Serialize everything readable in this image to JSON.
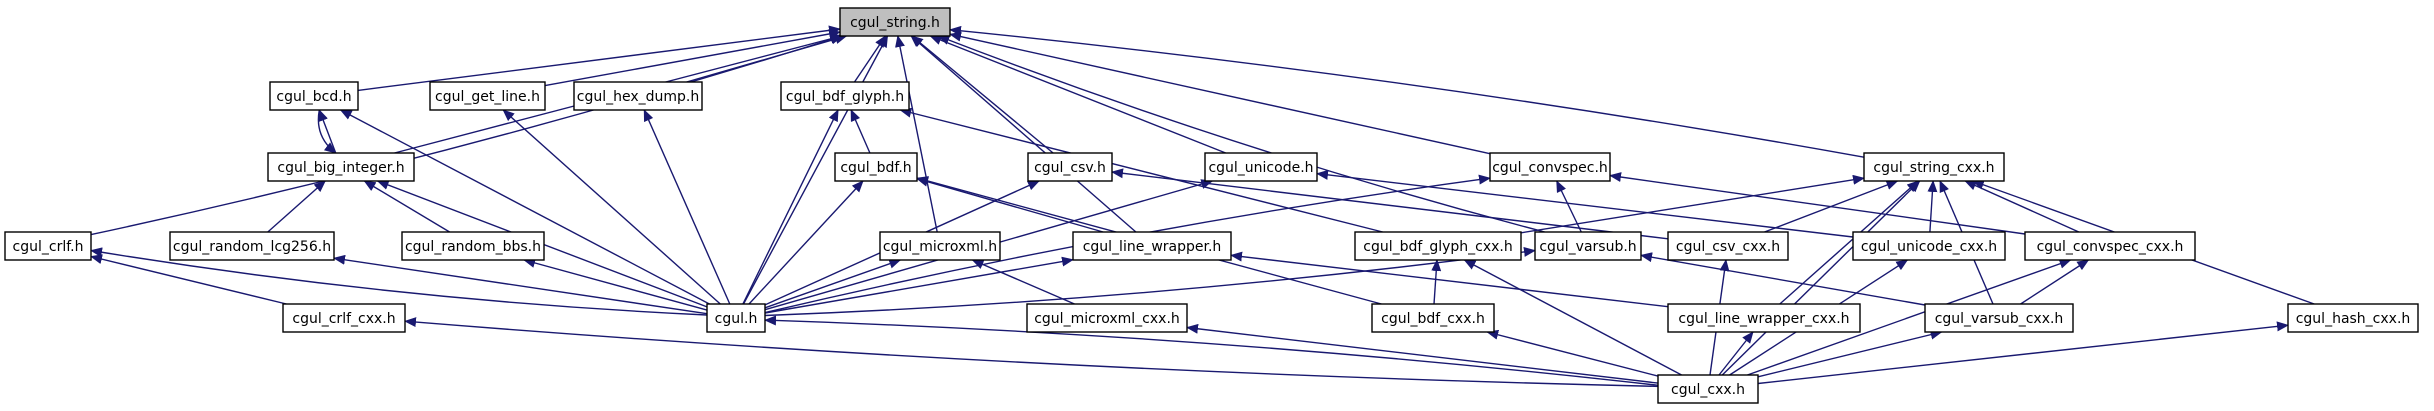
{
  "graph": {
    "type": "include-dependency-graph",
    "root": "cgul_string.h",
    "edge_color": "#191970",
    "node_fill": "#ffffff",
    "root_fill": "#bfbfbf",
    "nodes": [
      {
        "id": "cgul_string_h",
        "label": "cgul_string.h"
      },
      {
        "id": "cgul_bcd_h",
        "label": "cgul_bcd.h"
      },
      {
        "id": "cgul_get_line_h",
        "label": "cgul_get_line.h"
      },
      {
        "id": "cgul_hex_dump_h",
        "label": "cgul_hex_dump.h"
      },
      {
        "id": "cgul_bdf_glyph_h",
        "label": "cgul_bdf_glyph.h"
      },
      {
        "id": "cgul_big_integer_h",
        "label": "cgul_big_integer.h"
      },
      {
        "id": "cgul_bdf_h",
        "label": "cgul_bdf.h"
      },
      {
        "id": "cgul_csv_h",
        "label": "cgul_csv.h"
      },
      {
        "id": "cgul_unicode_h",
        "label": "cgul_unicode.h"
      },
      {
        "id": "cgul_convspec_h",
        "label": "cgul_convspec.h"
      },
      {
        "id": "cgul_string_cxx_h",
        "label": "cgul_string_cxx.h"
      },
      {
        "id": "cgul_crlf_h",
        "label": "cgul_crlf.h"
      },
      {
        "id": "cgul_random_lcg256_h",
        "label": "cgul_random_lcg256.h"
      },
      {
        "id": "cgul_random_bbs_h",
        "label": "cgul_random_bbs.h"
      },
      {
        "id": "cgul_microxml_h",
        "label": "cgul_microxml.h"
      },
      {
        "id": "cgul_line_wrapper_h",
        "label": "cgul_line_wrapper.h"
      },
      {
        "id": "cgul_bdf_glyph_cxx_h",
        "label": "cgul_bdf_glyph_cxx.h"
      },
      {
        "id": "cgul_varsub_h",
        "label": "cgul_varsub.h"
      },
      {
        "id": "cgul_csv_cxx_h",
        "label": "cgul_csv_cxx.h"
      },
      {
        "id": "cgul_unicode_cxx_h",
        "label": "cgul_unicode_cxx.h"
      },
      {
        "id": "cgul_convspec_cxx_h",
        "label": "cgul_convspec_cxx.h"
      },
      {
        "id": "cgul_crlf_cxx_h",
        "label": "cgul_crlf_cxx.h"
      },
      {
        "id": "cgul_h",
        "label": "cgul.h"
      },
      {
        "id": "cgul_microxml_cxx_h",
        "label": "cgul_microxml_cxx.h"
      },
      {
        "id": "cgul_bdf_cxx_h",
        "label": "cgul_bdf_cxx.h"
      },
      {
        "id": "cgul_line_wrapper_cxx_h",
        "label": "cgul_line_wrapper_cxx.h"
      },
      {
        "id": "cgul_varsub_cxx_h",
        "label": "cgul_varsub_cxx.h"
      },
      {
        "id": "cgul_hash_cxx_h",
        "label": "cgul_hash_cxx.h"
      },
      {
        "id": "cgul_cxx_h",
        "label": "cgul_cxx.h"
      }
    ]
  }
}
